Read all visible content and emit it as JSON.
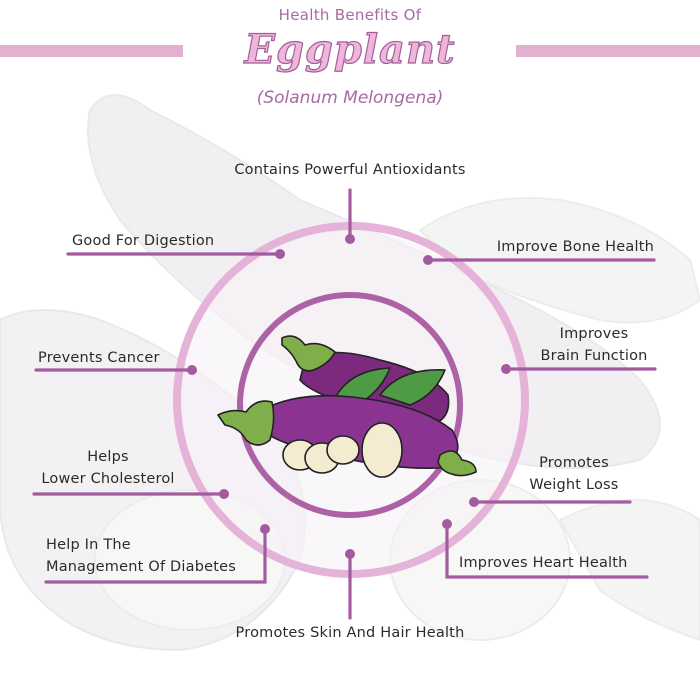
{
  "header": {
    "supertitle": "Health Benefits Of",
    "title": "Eggplant",
    "subtitle": "(Solanum Melongena)"
  },
  "colors": {
    "header_bar": "#e4b0d2",
    "outer_ring": "#e6b3d8",
    "inner_ring": "#ae62a6",
    "connector": "#a35ba0",
    "label_text": "#2b2b2b",
    "title_fill": "#efb6dc",
    "title_outline": "#a0609a",
    "eggplant_purple": "#7b2a7e",
    "leaf_green": "#7fae4a"
  },
  "center_image": {
    "icon": "eggplant-illustration",
    "description": "Two purple eggplants with green caps, leaves and sliced rounds"
  },
  "benefits": [
    {
      "id": "antioxidants",
      "lines": [
        "Contains Powerful Antioxidants"
      ]
    },
    {
      "id": "digestion",
      "lines": [
        "Good For Digestion"
      ]
    },
    {
      "id": "bone",
      "lines": [
        "Improve Bone Health"
      ]
    },
    {
      "id": "cancer",
      "lines": [
        "Prevents Cancer"
      ]
    },
    {
      "id": "brain",
      "lines": [
        "Improves",
        "Brain Function"
      ]
    },
    {
      "id": "cholesterol",
      "lines": [
        "Helps",
        "Lower Cholesterol"
      ]
    },
    {
      "id": "weight",
      "lines": [
        "Promotes",
        "Weight Loss"
      ]
    },
    {
      "id": "diabetes",
      "lines": [
        "Help In The",
        "Management Of Diabetes"
      ]
    },
    {
      "id": "heart",
      "lines": [
        "Improves Heart Health"
      ]
    },
    {
      "id": "skin",
      "lines": [
        "Promotes Skin And Hair Health"
      ]
    }
  ]
}
